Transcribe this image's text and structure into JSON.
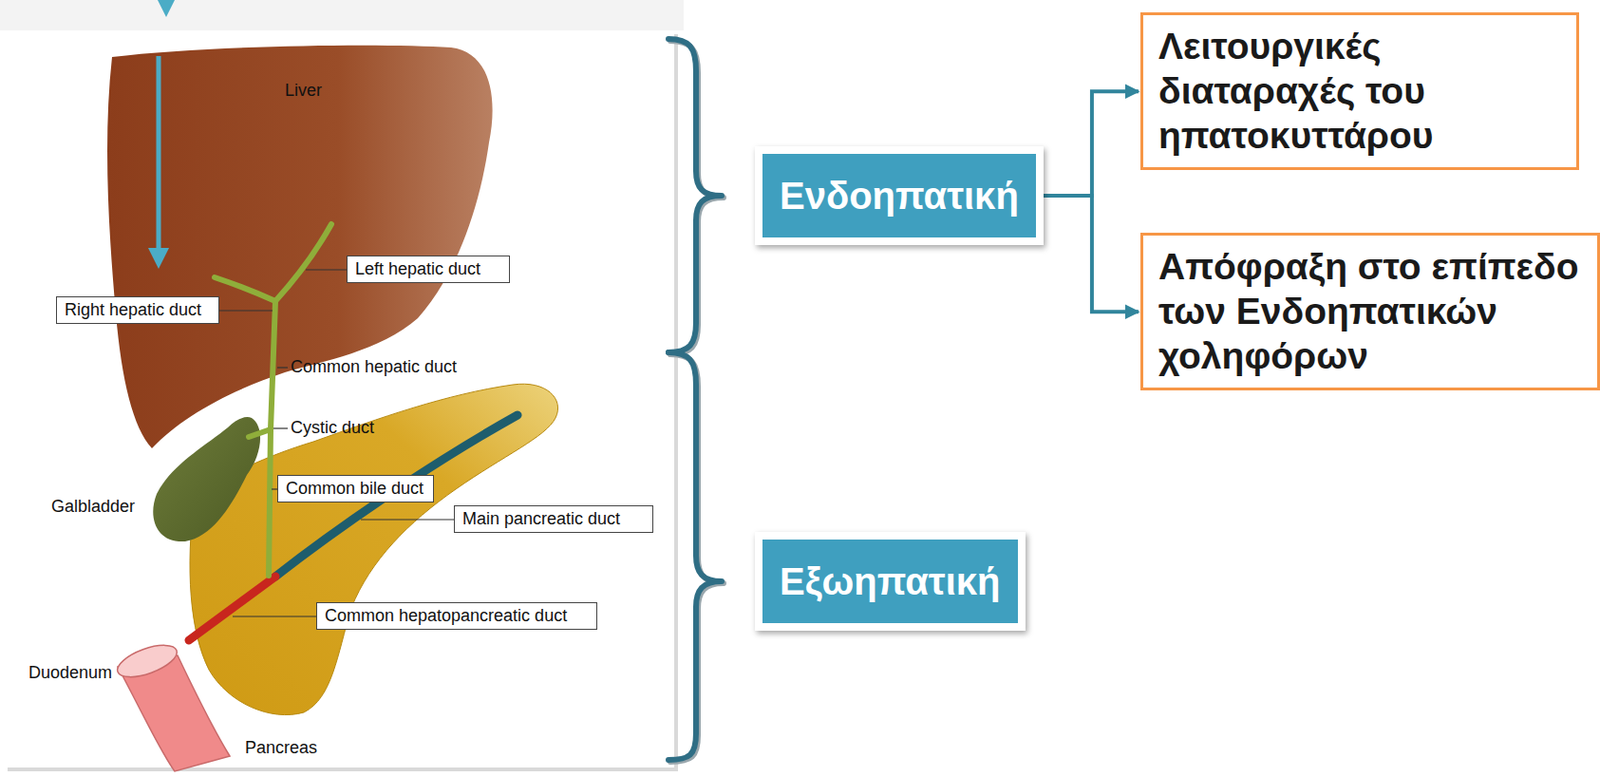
{
  "diagram": {
    "nodes": [
      {
        "text": [
          "Left hepatic duct"
        ]
      },
      {
        "text": [
          "Right hepatic duct"
        ]
      },
      {
        "text": [
          "Common bile duct"
        ]
      },
      {
        "text": [
          "Main pancreatic duct"
        ]
      },
      {
        "text": [
          "Common hepatopancreatic duct"
        ]
      },
      {
        "text": [
          "Ενδοηπατική"
        ]
      },
      {
        "text": [
          "Λειτουργικές διαταραχές του ηπατοκυττάρου"
        ]
      },
      {
        "text": [
          "Απόφραξη στο επίπεδο των Ενδοηπατικών χοληφόρων"
        ]
      },
      {
        "text": [
          "Εξωηπατική"
        ]
      }
    ],
    "edges": [
      {
        "from": 5,
        "to": 6,
        "arrow": "to"
      },
      {
        "from": 5,
        "to": 7,
        "arrow": "to"
      }
    ],
    "labels": [
      "Liver",
      "Common hepatic duct",
      "Cystic duct",
      "Galbladder",
      "Duodenum",
      "Pancreas"
    ]
  }
}
